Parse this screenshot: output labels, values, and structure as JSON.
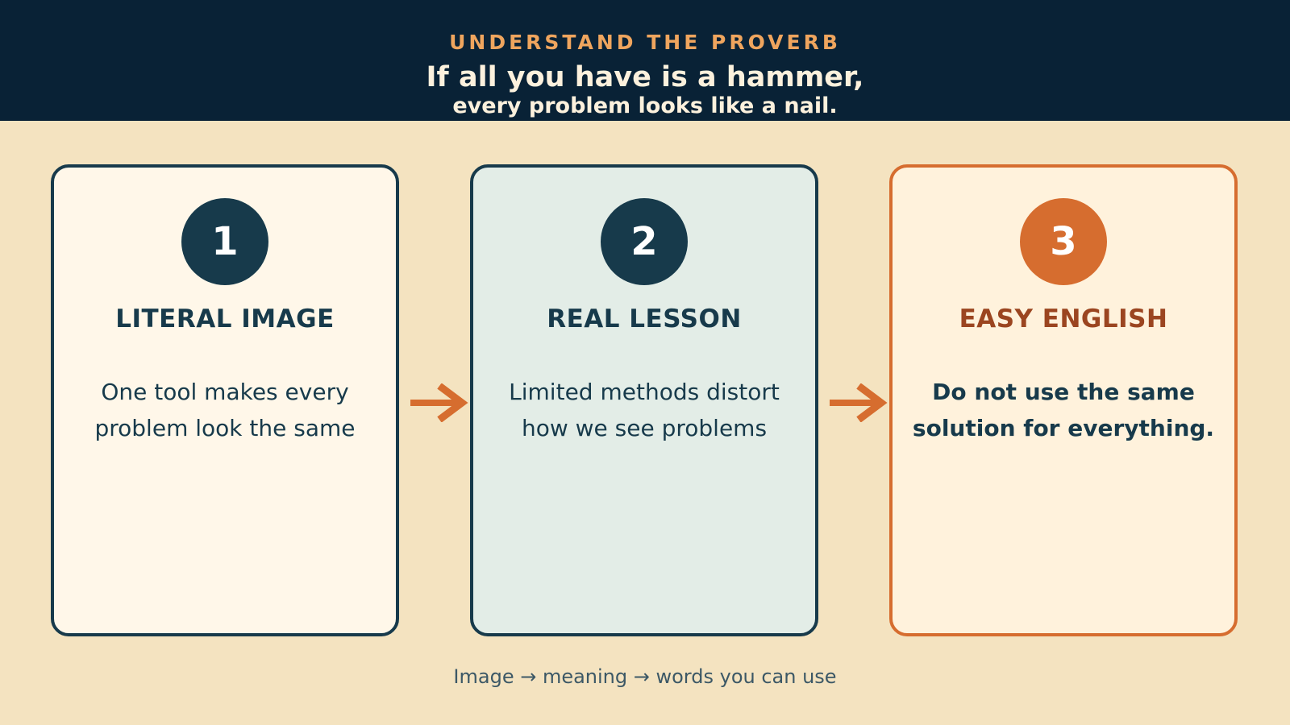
{
  "header": {
    "kicker": "UNDERSTAND THE PROVERB",
    "title": "If all you have is a hammer,",
    "subtitle": "every problem looks like a nail."
  },
  "cards": [
    {
      "number": "1",
      "title": "LITERAL IMAGE",
      "lines": [
        "One tool makes every",
        "problem look the same"
      ]
    },
    {
      "number": "2",
      "title": "REAL LESSON",
      "lines": [
        "Limited methods distort",
        "how we see problems"
      ]
    },
    {
      "number": "3",
      "title": "EASY ENGLISH",
      "lines": [
        "Do not use the same",
        "solution for everything."
      ]
    }
  ],
  "footer": "Image → meaning → words you can use",
  "colors": {
    "header_bg": "#092236",
    "page_bg": "#F4E3C0",
    "accent": "#D66D2F",
    "navy": "#173A4B",
    "kicker": "#EFA55E"
  }
}
